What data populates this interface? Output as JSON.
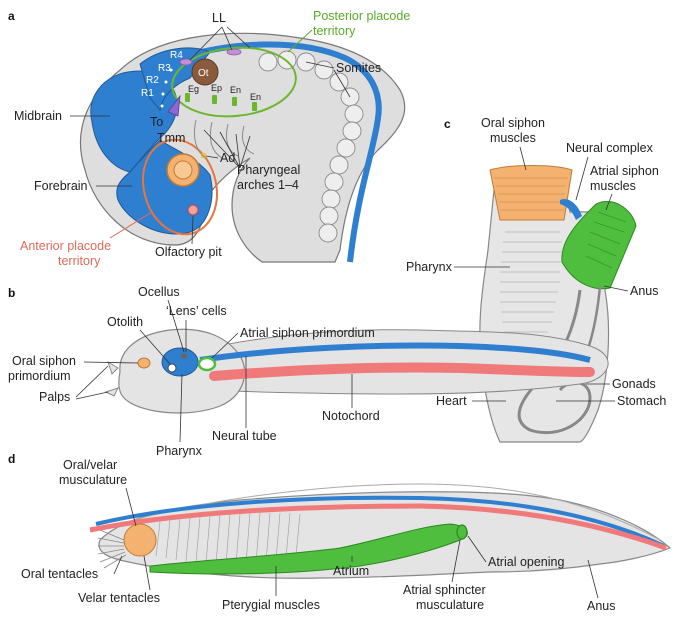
{
  "panels": {
    "a": "a",
    "b": "b",
    "c": "c",
    "d": "d"
  },
  "colors": {
    "neural_blue": "#2f7fd0",
    "notochord_pink": "#f07a7a",
    "placode_green": "#6ab72c",
    "anterior_orange": "#e8753b",
    "muscle_orange": "#f4b270",
    "atrium_green": "#4fbd3d",
    "body_grey": "#dcdcdc",
    "posterior_label_green": "#5aab2a",
    "anterior_label_red": "#e06b5c"
  },
  "panel_a": {
    "LL": "LL",
    "posterior_placode_1": "Posterior placode",
    "posterior_placode_2": "territory",
    "R4": "R4",
    "R3": "R3",
    "R2": "R2",
    "R1": "R1",
    "Ot": "Ot",
    "Eg": "Eg",
    "Ep": "Ep",
    "En1": "En",
    "En2": "En",
    "somites": "Somites",
    "midbrain": "Midbrain",
    "To": "To",
    "Tmm": "Tmm",
    "Ad": "Ad",
    "pharyngeal_1": "Pharyngeal",
    "pharyngeal_2": "arches 1–4",
    "forebrain": "Forebrain",
    "anterior_placode_1": "Anterior placode",
    "anterior_placode_2": "territory",
    "olfactory_pit": "Olfactory pit"
  },
  "panel_b": {
    "ocellus": "Ocellus",
    "lens_cells": "‘Lens’ cells",
    "otolith": "Otolith",
    "atrial_siphon_primordium": "Atrial siphon primordium",
    "oral_siphon_1": "Oral siphon",
    "oral_siphon_2": "primordium",
    "palps": "Palps",
    "pharynx": "Pharynx",
    "neural_tube": "Neural tube",
    "notochord": "Notochord"
  },
  "panel_c": {
    "oral_siphon_muscles_1": "Oral siphon",
    "oral_siphon_muscles_2": "muscles",
    "neural_complex": "Neural complex",
    "atrial_siphon_muscles_1": "Atrial siphon",
    "atrial_siphon_muscles_2": "muscles",
    "pharynx": "Pharynx",
    "anus": "Anus",
    "gonads": "Gonads",
    "heart": "Heart",
    "stomach": "Stomach"
  },
  "panel_d": {
    "oral_velar_1": "Oral/velar",
    "oral_velar_2": "musculature",
    "oral_tentacles": "Oral tentacles",
    "velar_tentacles": "Velar tentacles",
    "pterygial_muscles": "Pterygial muscles",
    "atrium": "Atrium",
    "atrial_sphincter_1": "Atrial sphincter",
    "atrial_sphincter_2": "musculature",
    "atrial_opening": "Atrial opening",
    "anus": "Anus"
  }
}
